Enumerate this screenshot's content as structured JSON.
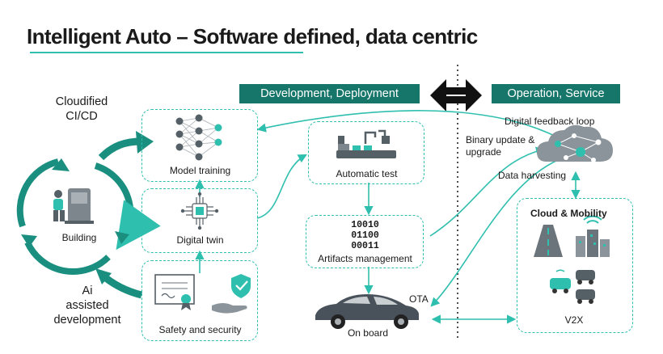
{
  "title": "Intelligent Auto – Software defined, data centric",
  "banners": {
    "development": "Development, Deployment",
    "operation": "Operation, Service"
  },
  "labels": {
    "cloudified_line1": "Cloudified",
    "cloudified_line2": "CI/CD",
    "ai_line1": "Ai",
    "ai_line2": "assisted",
    "ai_line3": "development",
    "building": "Building",
    "model_training": "Model training",
    "digital_twin": "Digital twin",
    "safety_security": "Safety and security",
    "automatic_test": "Automatic test",
    "artifacts_bits": [
      "10010",
      "01100",
      "00011"
    ],
    "artifacts_management": "Artifacts management",
    "on_board": "On board",
    "ota": "OTA",
    "digital_feedback_loop": "Digital feedback loop",
    "binary_update_line1": "Binary update &",
    "binary_update_line2": "upgrade",
    "data_harvesting": "Data harvesting",
    "cloud_mobility": "Cloud & Mobility",
    "v2x": "V2X"
  },
  "colors": {
    "teal_dark": "#17766a",
    "teal": "#2fbfae",
    "gray": "#555f66"
  },
  "icons": [
    "neural-network-icon",
    "chip-icon",
    "certificate-icon",
    "shield-hand-icon",
    "factory-robot-icon",
    "car-icon",
    "cloud-network-icon",
    "road-icon",
    "city-wifi-icon",
    "v2x-cars-icon",
    "engineer-icon",
    "double-arrow-icon"
  ]
}
